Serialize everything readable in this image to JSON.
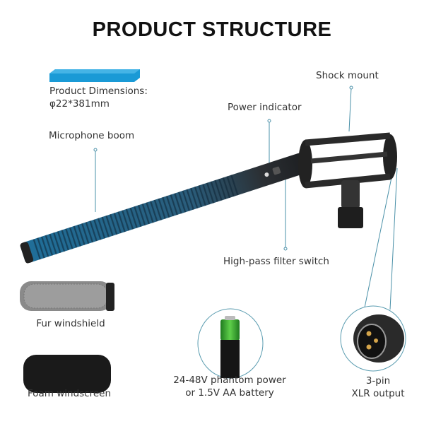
{
  "title": "PRODUCT STRUCTURE",
  "dimensions": {
    "label": "Product Dimensions:",
    "value": "φ22*381mm"
  },
  "callouts": {
    "shock_mount": "Shock mount",
    "power_indicator": "Power indicator",
    "microphone_boom": "Microphone boom",
    "high_pass": "High-pass filter switch"
  },
  "accessories": {
    "fur": "Fur windshield",
    "foam": "Foam windscreen"
  },
  "power": {
    "line1": "24-48V phantom power",
    "line2": "or 1.5V AA battery"
  },
  "xlr": {
    "line1": "3-pin",
    "line2": "XLR output"
  },
  "colors": {
    "accent": "#1a9ad6",
    "line": "#4a90a8"
  }
}
